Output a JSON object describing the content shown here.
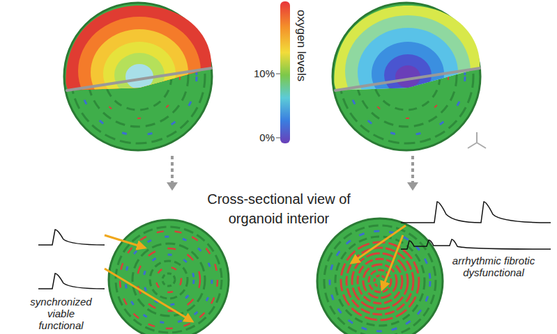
{
  "diagram": {
    "labels": [
      "oxygen levels",
      "10%",
      "0%",
      "Cross-sectional view of organoid interior",
      "synchronized viable functional",
      "arrhythmic fibrotic dysfunctional"
    ]
  }
}
